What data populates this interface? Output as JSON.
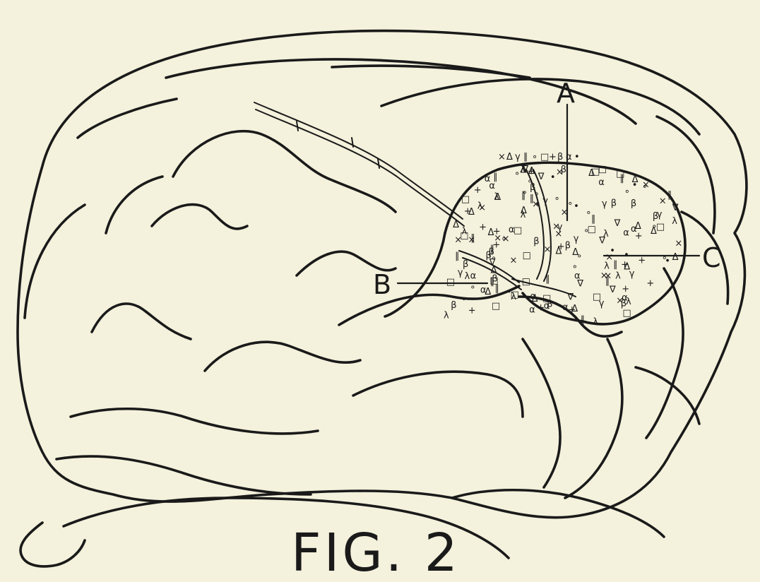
{
  "figure": {
    "caption": "FIG. 2",
    "labels": {
      "a": "A",
      "b": "B",
      "c": "C"
    }
  },
  "symbol_glyphs": [
    "×",
    "Δ",
    "γ",
    "∥",
    "∘",
    "□",
    "+",
    "β",
    "α",
    "•",
    "∇",
    "λ"
  ],
  "colors": {
    "paper": "#f4f1dc",
    "ink": "#1a1a1a"
  }
}
